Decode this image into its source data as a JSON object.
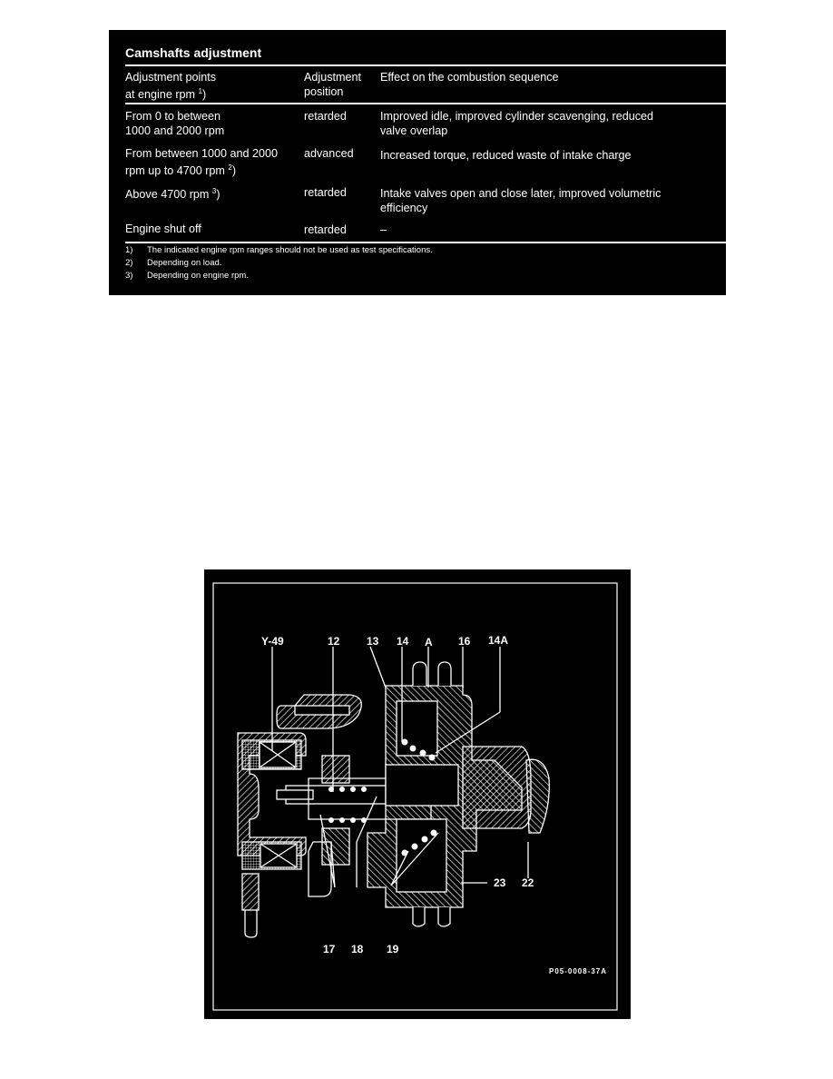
{
  "table": {
    "title": "Camshafts adjustment",
    "headers": {
      "col1_line1": "Adjustment points",
      "col1_line2": "at engine rpm",
      "col1_sup": "1",
      "col2_line1": "Adjustment",
      "col2_line2": "position",
      "col3": "Effect on the combustion sequence"
    },
    "rows": [
      {
        "rpm_line1": "From 0 to between",
        "rpm_line2": "1000 and 2000 rpm",
        "rpm_sup": "",
        "position": "retarded",
        "effect_line1": "Improved idle, improved cylinder scavenging, reduced",
        "effect_line2": "valve overlap"
      },
      {
        "rpm_line1": "From between 1000 and 2000",
        "rpm_line2": "rpm up to 4700 rpm",
        "rpm_sup": "2",
        "position": "advanced",
        "effect_line1": "Increased torque, reduced waste of intake charge",
        "effect_line2": ""
      },
      {
        "rpm_line1": "Above 4700 rpm",
        "rpm_line2": "",
        "rpm_sup": "3",
        "position": "retarded",
        "effect_line1": "Intake valves open and close later, improved volumetric",
        "effect_line2": "efficiency"
      },
      {
        "rpm_line1": "Engine shut off",
        "rpm_line2": "",
        "rpm_sup": "",
        "position": "retarded",
        "effect_line1": "–",
        "effect_line2": ""
      }
    ],
    "footnotes": [
      {
        "num": "1)",
        "text": "The indicated engine rpm ranges should not be used as test specifications."
      },
      {
        "num": "2)",
        "text": "Depending on load."
      },
      {
        "num": "3)",
        "text": "Depending on engine rpm."
      }
    ]
  },
  "diagram": {
    "labels_top": [
      "Y-49",
      "12",
      "13",
      "14",
      "A",
      "16",
      "14A"
    ],
    "labels_right": [
      "23",
      "22"
    ],
    "labels_bottom": [
      "17",
      "18",
      "19"
    ],
    "figure_code": "P05-0008-37A"
  }
}
